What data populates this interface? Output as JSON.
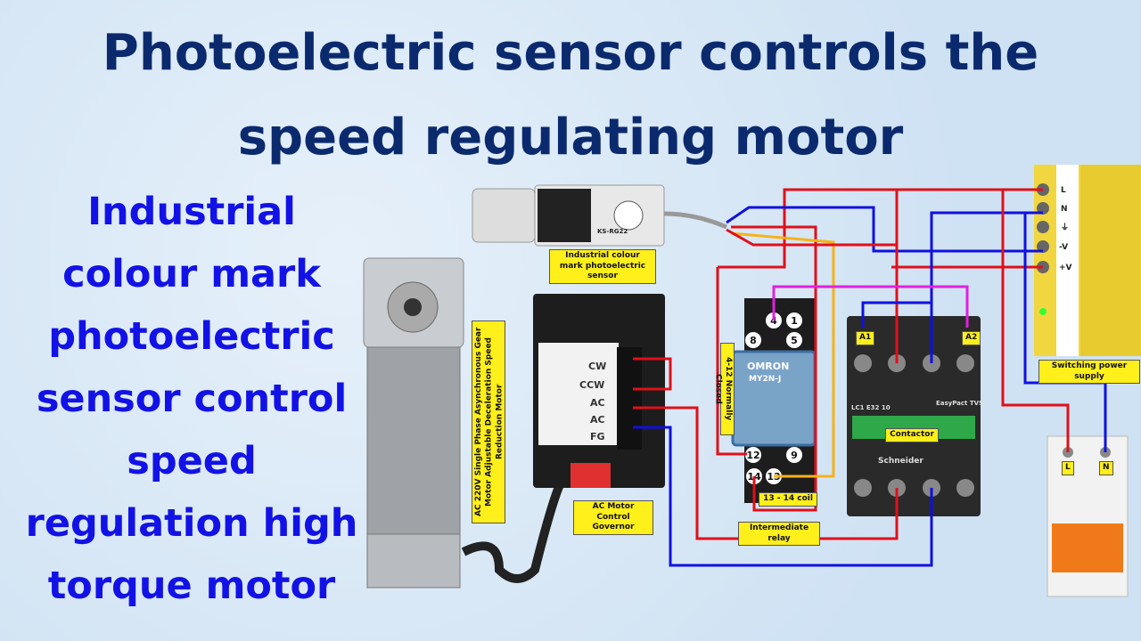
{
  "title": {
    "line1": "Photoelectric sensor controls the",
    "line2": "speed regulating motor"
  },
  "left_text": [
    "Industrial",
    "colour mark",
    "photoelectric",
    "sensor control",
    "speed",
    "regulation  high",
    "torque motor"
  ],
  "labels": {
    "sensor": "Industrial colour mark photoelectric sensor",
    "motor": "AC 220V Single Phase Asynchronous Gear Motor Adjustable Deceleration Speed Reduction Motor",
    "governor": "AC Motor Control Governor",
    "nc": "4-12 Normally Closed",
    "coil": "13 - 14 coil",
    "relay": "Intermediate relay",
    "contactor": "Contactor",
    "psu": "Switching power supply",
    "a1": "A1",
    "a2": "A2",
    "L": "L",
    "N": "N"
  },
  "governor_terminals": [
    "CW",
    "CCW",
    "AC",
    "AC",
    "FG"
  ],
  "relay_pins": [
    "4",
    "1",
    "8",
    "5",
    "12",
    "9",
    "14",
    "13"
  ],
  "relay_brand": "OMRON",
  "relay_model": "MY2N-J",
  "contactor_text": {
    "model": "LC1 E32 10",
    "series": "EasyPact TVS",
    "brand": "Schneider"
  },
  "psu_terminals": [
    "L",
    "N",
    "⏚",
    "-V",
    "+V"
  ],
  "sensor_model": "KS-RG22",
  "colors": {
    "title": "#0b2a6e",
    "left_text": "#1212e6",
    "wire_red": "#e0101a",
    "wire_blue": "#1010e0",
    "wire_yellow": "#f5b21a",
    "wire_magenta": "#e020e0",
    "label_bg": "#ffef1a"
  }
}
